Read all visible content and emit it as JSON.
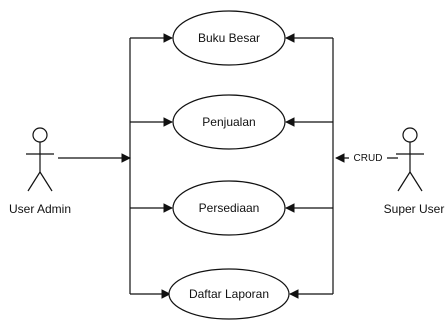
{
  "diagram": {
    "use_cases": [
      "Buku Besar",
      "Penjualan",
      "Persediaan",
      "Daftar Laporan"
    ],
    "actors": {
      "left": "User Admin",
      "right": "Super User"
    },
    "edge_label": "CRUD",
    "colors": {
      "stroke": "#111111",
      "background": "#ffffff"
    }
  }
}
